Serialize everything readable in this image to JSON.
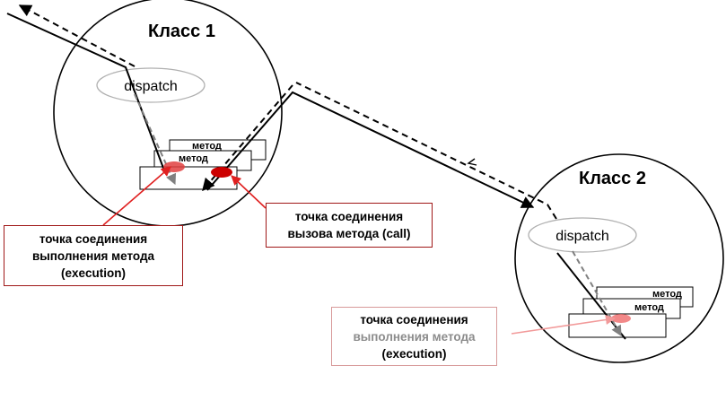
{
  "diagram": {
    "class1": {
      "title": "Класс 1",
      "dispatch": "dispatch",
      "methods": [
        "метод",
        "метод"
      ]
    },
    "class2": {
      "title": "Класс 2",
      "dispatch": "dispatch",
      "methods": [
        "метод",
        "метод"
      ]
    },
    "callouts": {
      "execution_1": [
        "точка соединения",
        "выполнения метода",
        "(execution)"
      ],
      "call": [
        "точка соединения",
        "вызова метода (call)"
      ],
      "execution_2": [
        "точка соединения",
        "выполнения метода",
        "(execution)"
      ]
    },
    "colors": {
      "joinpoint_red": "#cc0000",
      "callout_arrow": "#e02020",
      "callout_arrow_faded": "#f29a9a",
      "line": "#000000",
      "dashed_gray": "#777777"
    }
  }
}
